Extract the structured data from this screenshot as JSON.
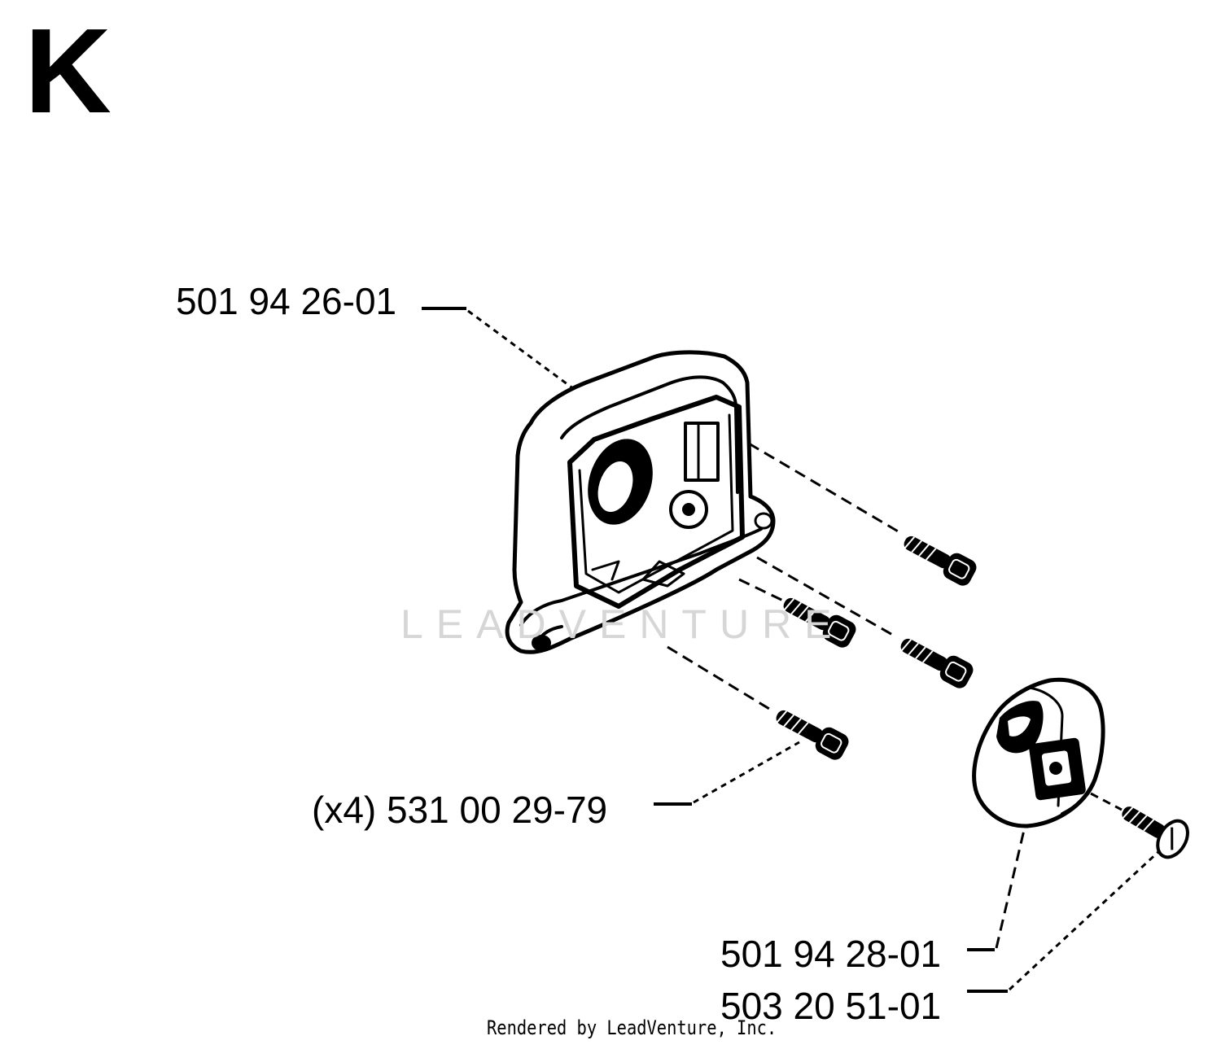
{
  "section_letter": "K",
  "watermark": "LEADVENTURE",
  "credit": "Rendered by LeadVenture, Inc.",
  "parts": [
    {
      "id": "housing",
      "label": "501 94 26-01"
    },
    {
      "id": "screw",
      "label": "(x4) 531 00 29-79"
    },
    {
      "id": "small-housing",
      "label": "501 94 28-01"
    },
    {
      "id": "small-screw",
      "label": "503 20 51-01"
    }
  ]
}
